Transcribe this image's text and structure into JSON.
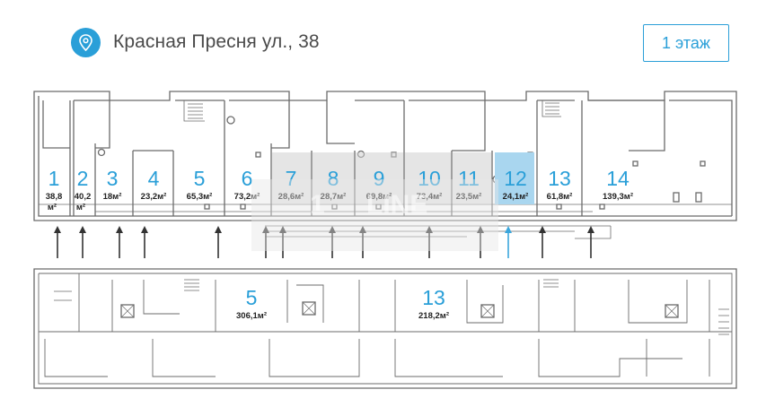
{
  "header": {
    "address": "Красная Пресня ул., 38",
    "floor_label": "1 этаж",
    "pin_icon": "location-pin-icon",
    "accent_color": "#2a9fd8"
  },
  "watermark": {
    "left": "1",
    "right": "LINE"
  },
  "colors": {
    "wall": "#6b6b6b",
    "selected_unit": "#a9d6ef",
    "grey_unit": "#cfcfcf",
    "number": "#2a9fd8"
  },
  "units_top": [
    {
      "number": "1",
      "area": "38,8",
      "unit": "м²",
      "state": "available"
    },
    {
      "number": "2",
      "area": "40,2",
      "unit": "м²",
      "state": "available"
    },
    {
      "number": "3",
      "area": "18м²",
      "unit": "",
      "state": "available"
    },
    {
      "number": "4",
      "area": "23,2м²",
      "unit": "",
      "state": "available"
    },
    {
      "number": "5",
      "area": "65,3м²",
      "unit": "",
      "state": "available"
    },
    {
      "number": "6",
      "area": "73,2м²",
      "unit": "",
      "state": "available"
    },
    {
      "number": "7",
      "area": "28,6м²",
      "unit": "",
      "state": "grey"
    },
    {
      "number": "8",
      "area": "28,7м²",
      "unit": "",
      "state": "grey"
    },
    {
      "number": "9",
      "area": "69,8м²",
      "unit": "",
      "state": "grey"
    },
    {
      "number": "10",
      "area": "73,4м²",
      "unit": "",
      "state": "grey"
    },
    {
      "number": "11",
      "area": "23,5м²",
      "unit": "",
      "state": "grey"
    },
    {
      "number": "12",
      "area": "24,1м²",
      "unit": "",
      "state": "selected"
    },
    {
      "number": "13",
      "area": "61,8м²",
      "unit": "",
      "state": "available"
    },
    {
      "number": "14",
      "area": "139,3м²",
      "unit": "",
      "state": "available"
    }
  ],
  "units_bottom": [
    {
      "number": "5",
      "area": "306,1м²"
    },
    {
      "number": "13",
      "area": "218,2м²"
    }
  ]
}
